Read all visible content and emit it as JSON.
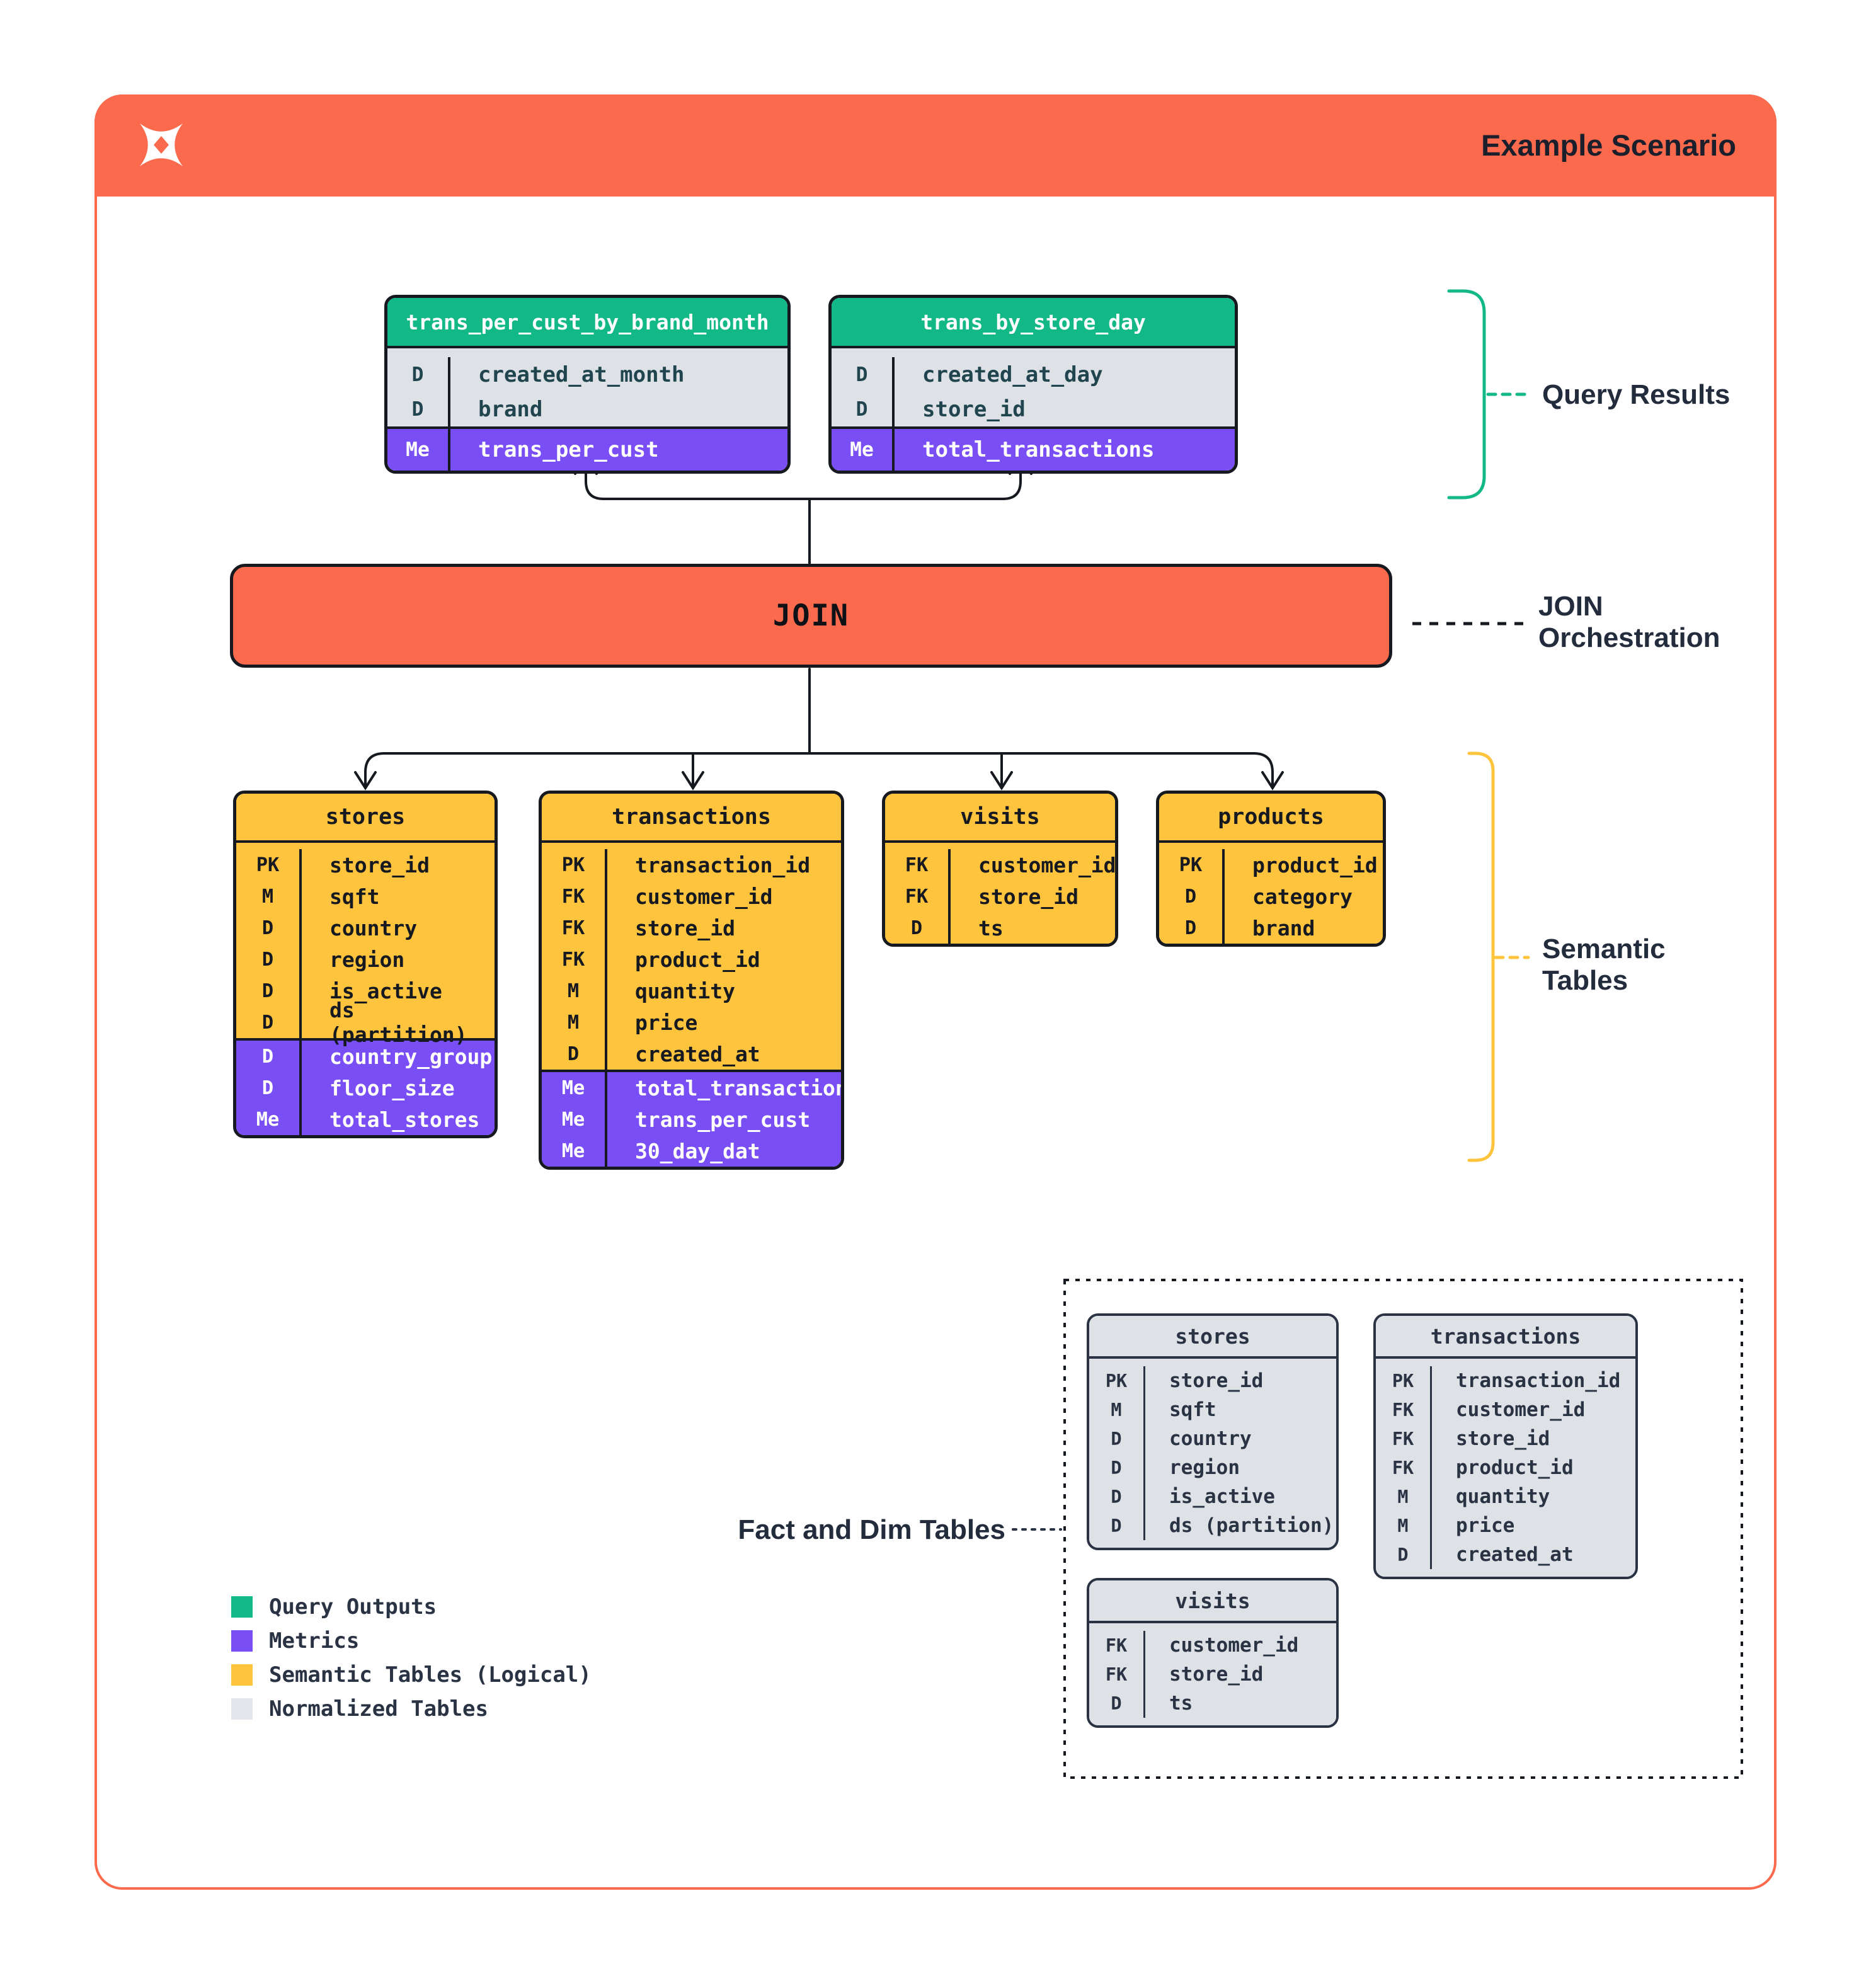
{
  "header": {
    "title": "Example Scenario",
    "logo": "pinwheel-x-logo"
  },
  "join": {
    "label": "JOIN"
  },
  "annotations": {
    "query_results": "Query Results",
    "join_orchestration": [
      "JOIN",
      "Orchestration"
    ],
    "semantic_tables": [
      "Semantic",
      "Tables"
    ],
    "fact_dim": "Fact and Dim Tables"
  },
  "query_tables": [
    {
      "title": "trans_per_cust_by_brand_month",
      "rows": [
        {
          "k": "D",
          "n": "created_at_month"
        },
        {
          "k": "D",
          "n": "brand"
        },
        {
          "k": "Me",
          "n": "trans_per_cust",
          "m": true
        }
      ]
    },
    {
      "title": "trans_by_store_day",
      "rows": [
        {
          "k": "D",
          "n": "created_at_day"
        },
        {
          "k": "D",
          "n": "store_id"
        },
        {
          "k": "Me",
          "n": "total_transactions",
          "m": true
        }
      ]
    }
  ],
  "semantic_tables": [
    {
      "title": "stores",
      "rows": [
        {
          "k": "PK",
          "n": "store_id"
        },
        {
          "k": "M",
          "n": "sqft"
        },
        {
          "k": "D",
          "n": "country"
        },
        {
          "k": "D",
          "n": "region"
        },
        {
          "k": "D",
          "n": "is_active"
        },
        {
          "k": "D",
          "n": "ds (partition)"
        },
        {
          "k": "D",
          "n": "country_group",
          "m": true
        },
        {
          "k": "D",
          "n": "floor_size",
          "m": true
        },
        {
          "k": "Me",
          "n": "total_stores",
          "m": true
        }
      ]
    },
    {
      "title": "transactions",
      "rows": [
        {
          "k": "PK",
          "n": "transaction_id"
        },
        {
          "k": "FK",
          "n": "customer_id"
        },
        {
          "k": "FK",
          "n": "store_id"
        },
        {
          "k": "FK",
          "n": "product_id"
        },
        {
          "k": "M",
          "n": "quantity"
        },
        {
          "k": "M",
          "n": "price"
        },
        {
          "k": "D",
          "n": "created_at"
        },
        {
          "k": "Me",
          "n": "total_transactions",
          "m": true
        },
        {
          "k": "Me",
          "n": "trans_per_cust",
          "m": true
        },
        {
          "k": "Me",
          "n": "30_day_dat",
          "m": true
        }
      ]
    },
    {
      "title": "visits",
      "rows": [
        {
          "k": "FK",
          "n": "customer_id"
        },
        {
          "k": "FK",
          "n": "store_id"
        },
        {
          "k": "D",
          "n": "ts"
        }
      ]
    },
    {
      "title": "products",
      "rows": [
        {
          "k": "PK",
          "n": "product_id"
        },
        {
          "k": "D",
          "n": "category"
        },
        {
          "k": "D",
          "n": "brand"
        }
      ]
    }
  ],
  "normalized_tables": [
    {
      "title": "stores",
      "rows": [
        {
          "k": "PK",
          "n": "store_id"
        },
        {
          "k": "M",
          "n": "sqft"
        },
        {
          "k": "D",
          "n": "country"
        },
        {
          "k": "D",
          "n": "region"
        },
        {
          "k": "D",
          "n": "is_active"
        },
        {
          "k": "D",
          "n": "ds (partition)"
        }
      ]
    },
    {
      "title": "transactions",
      "rows": [
        {
          "k": "PK",
          "n": "transaction_id"
        },
        {
          "k": "FK",
          "n": "customer_id"
        },
        {
          "k": "FK",
          "n": "store_id"
        },
        {
          "k": "FK",
          "n": "product_id"
        },
        {
          "k": "M",
          "n": "quantity"
        },
        {
          "k": "M",
          "n": "price"
        },
        {
          "k": "D",
          "n": "created_at"
        }
      ]
    },
    {
      "title": "visits",
      "rows": [
        {
          "k": "FK",
          "n": "customer_id"
        },
        {
          "k": "FK",
          "n": "store_id"
        },
        {
          "k": "D",
          "n": "ts"
        }
      ]
    }
  ],
  "legend": {
    "items": [
      {
        "label": "Query Outputs",
        "color": "#12B886"
      },
      {
        "label": "Metrics",
        "color": "#7A4EF5"
      },
      {
        "label": "Semantic Tables (Logical)",
        "color": "#FFC43D"
      },
      {
        "label": "Normalized Tables",
        "color": "#E4E7EB"
      }
    ]
  },
  "colors": {
    "coral": "#FB6A4D",
    "green": "#12B886",
    "purple": "#7A4EF5",
    "yellow": "#FFC43D",
    "grayfill": "#DEE2E7",
    "ink": "#16191F",
    "navy": "#2A3343",
    "tealtext": "#20454F",
    "labelink": "#232C3D"
  }
}
